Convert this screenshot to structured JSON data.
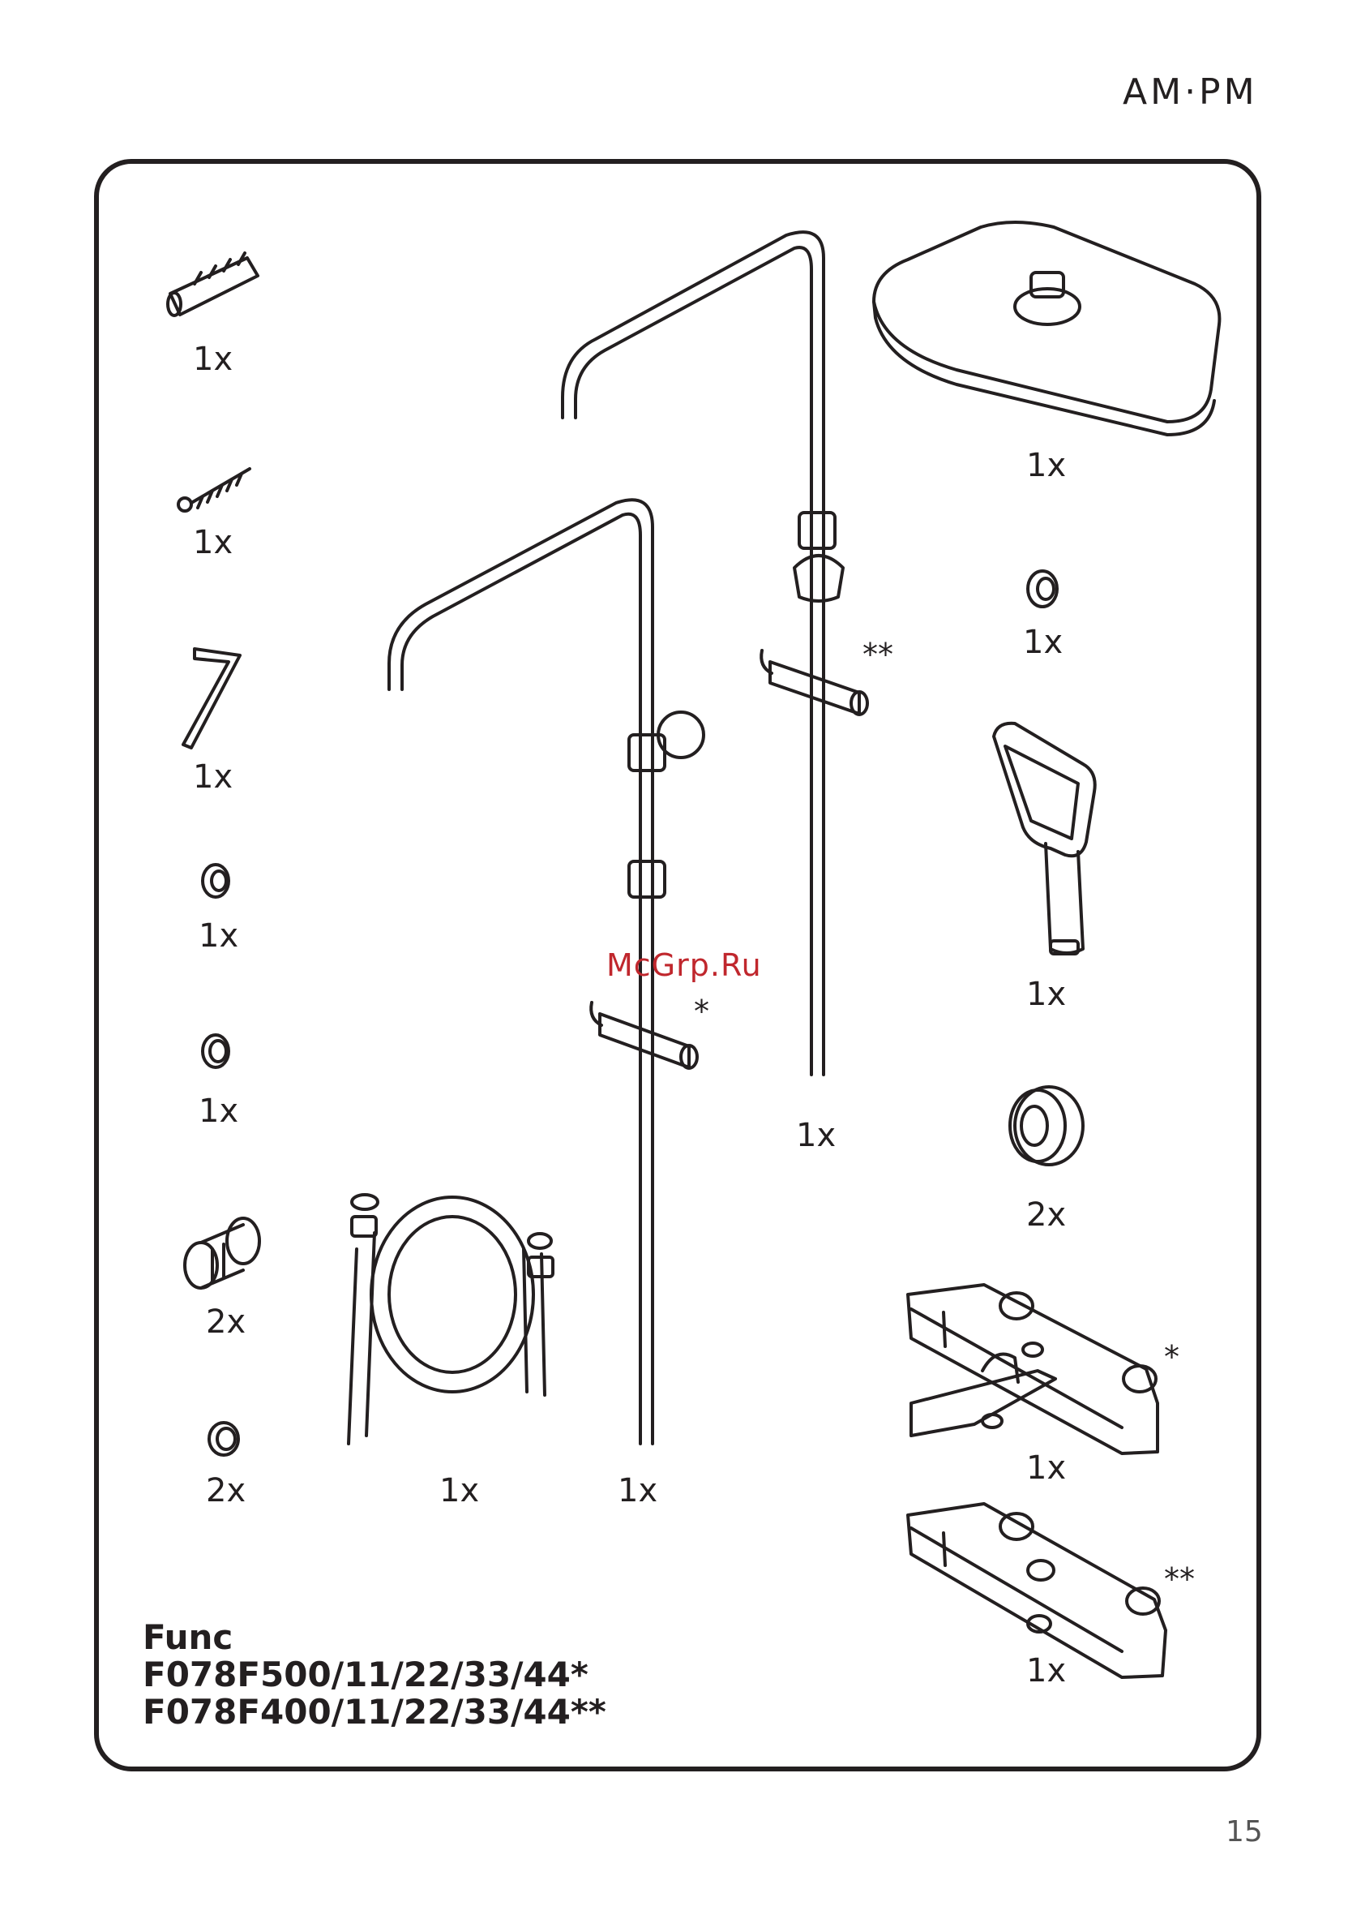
{
  "header": {
    "brand": "AM·PM"
  },
  "parts": {
    "dowel": "1x",
    "screw": "1x",
    "hex_key": "1x",
    "seal_small_1": "1x",
    "filter_washer_1": "1x",
    "eccentric_adapter": "2x",
    "filter_washer_2": "2x",
    "hose": "1x",
    "rail_with_holder": "1x",
    "rail_with_slider": "1x",
    "overhead_shower": "1x",
    "seal_small_2": "1x",
    "hand_shower": "1x",
    "rosette": "2x",
    "bath_mixer": "1x",
    "shower_mixer": "1x"
  },
  "marks": {
    "single": "*",
    "double": "**"
  },
  "watermark": "McGrp.Ru",
  "model": {
    "line1": "Func",
    "line2": "F078F500/11/22/33/44*",
    "line3": "F078F400/11/22/33/44**"
  },
  "footer": {
    "page_number": "15"
  }
}
